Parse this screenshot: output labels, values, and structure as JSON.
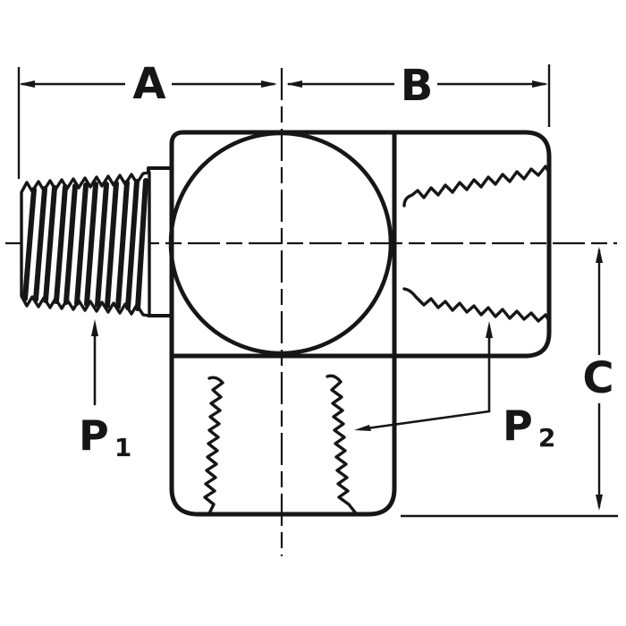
{
  "diagram": {
    "kind": "engineering-dimension-drawing",
    "subject": "tee pipe fitting cross-section with one male threaded port and two female threaded ports",
    "labels": {
      "dim_a": "A",
      "dim_b": "B",
      "dim_c": "C",
      "port1_base": "P",
      "port1_sub": "1",
      "port2_base": "P",
      "port2_sub": "2"
    },
    "colors": {
      "ink": "#161616",
      "background": "#ffffff"
    }
  }
}
